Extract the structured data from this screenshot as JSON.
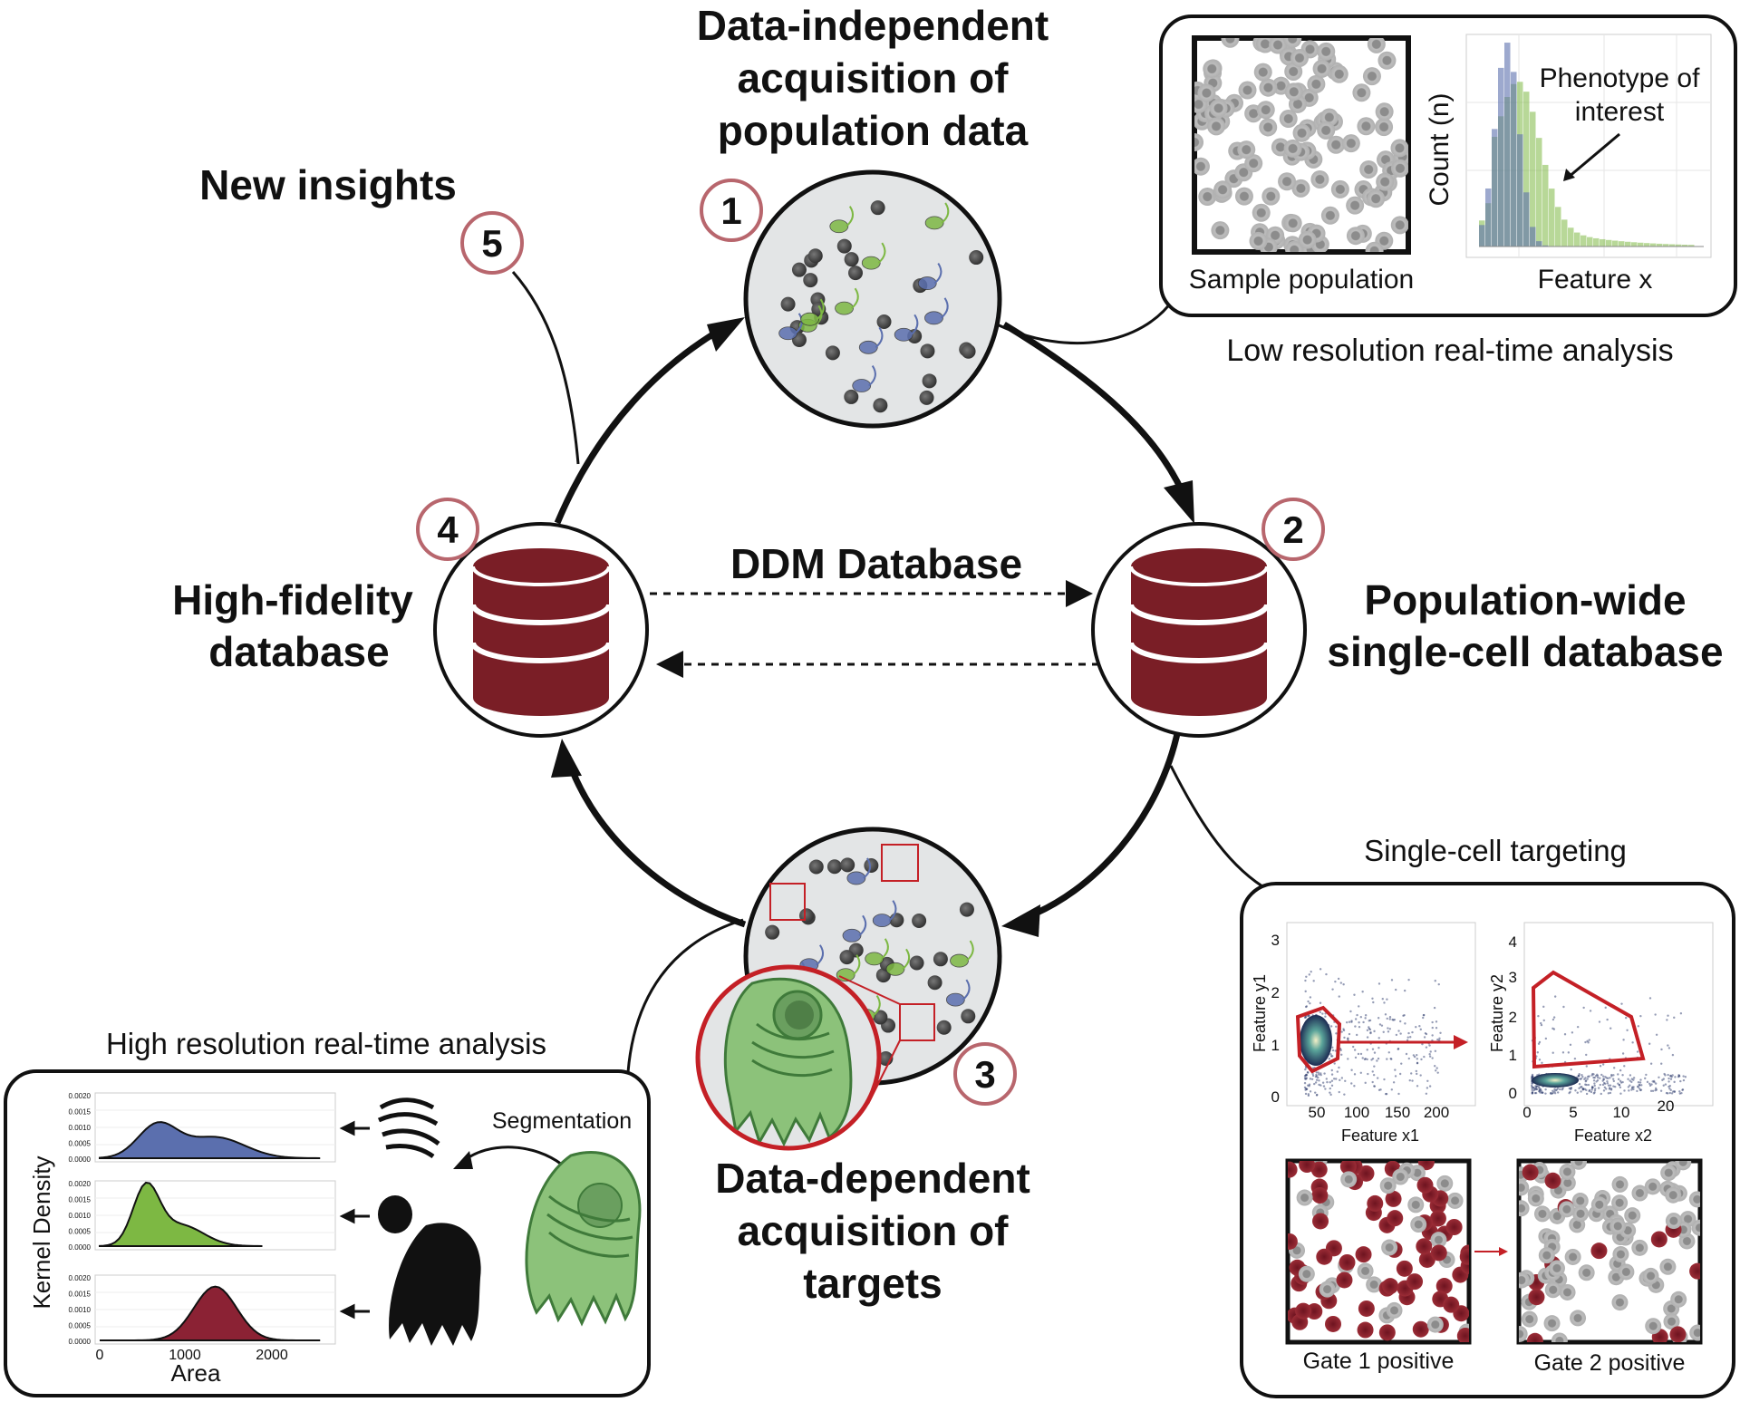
{
  "steps": [
    {
      "number": "1",
      "title_lines": [
        "Data-independent",
        "acquisition of",
        "population data"
      ]
    },
    {
      "number": "2",
      "title_lines": [
        "Population-wide",
        "single-cell database"
      ]
    },
    {
      "number": "3",
      "title_lines": [
        "Data-dependent",
        "acquisition of",
        "targets"
      ]
    },
    {
      "number": "4",
      "title_lines": [
        "High-fidelity",
        "database"
      ]
    },
    {
      "number": "5",
      "title_lines": [
        "New insights"
      ]
    }
  ],
  "center_label": "DDM Database",
  "low_res_panel": {
    "caption": "Low resolution real-time analysis",
    "sample_label": "Sample population",
    "histogram": {
      "ylabel": "Count (n)",
      "xlabel": "Feature x",
      "annotation_lines": [
        "Phenotype of",
        "interest"
      ]
    }
  },
  "high_res_panel": {
    "caption": "High resolution real-time analysis",
    "ylabel": "Kernel Density",
    "xlabel": "Area",
    "segmentation_label": "Segmentation",
    "yticks": [
      "0.0020",
      "0.0015",
      "0.0010",
      "0.0005",
      "0.0000"
    ],
    "xticks": [
      "0",
      "1000",
      "2000"
    ]
  },
  "targeting_panel": {
    "caption": "Single-cell targeting",
    "plot1": {
      "xlabel": "Feature x1",
      "ylabel": "Feature y1",
      "xticks": [
        "50",
        "100",
        "150",
        "200"
      ],
      "yticks": [
        "3",
        "2",
        "1",
        "0"
      ]
    },
    "plot2": {
      "xlabel": "Feature x2",
      "ylabel": "Feature y2",
      "xticks": [
        "0",
        "5",
        "10",
        "20"
      ],
      "yticks": [
        "4",
        "3",
        "2",
        "1",
        "0"
      ]
    },
    "gate1_label": "Gate 1 positive",
    "gate2_label": "Gate 2 positive"
  },
  "colors": {
    "database": "#7a1e26",
    "badge_ring": "#b8666d",
    "blue_series": "#5b6fae",
    "green_series": "#7db843",
    "red_series": "#8b2234",
    "gate_red": "#c42026",
    "cell_gray": "#a7a7a7",
    "well_fill": "#e3e5e6"
  }
}
